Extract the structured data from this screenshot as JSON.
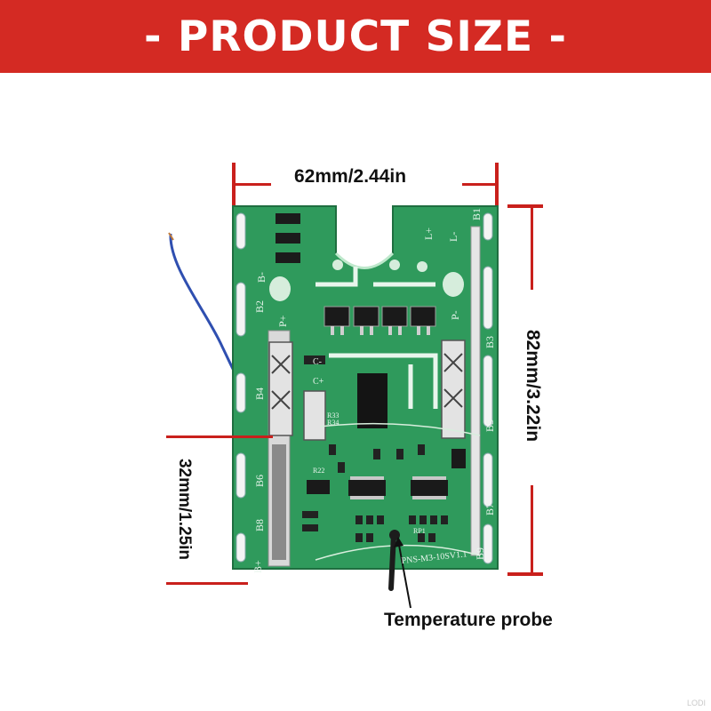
{
  "banner": {
    "title": "- PRODUCT SIZE -",
    "color": "#d42a23"
  },
  "dimensions": {
    "width": "62mm/2.44in",
    "height": "82mm/3.22in",
    "terminal": "32mm/1.25in"
  },
  "callout": {
    "probe": "Temperature probe"
  },
  "board": {
    "pcb_color": "#2f9a5c",
    "model": "PNS-M3-10SV1.1",
    "labels": [
      "B1",
      "B2",
      "B3",
      "B4",
      "B5",
      "B6",
      "B7",
      "B8",
      "B9",
      "B+",
      "B-",
      "P+",
      "P-",
      "L+",
      "L-",
      "C+",
      "C-",
      "R33",
      "R34",
      "R22",
      "RP1"
    ]
  },
  "watermark": "LODI"
}
